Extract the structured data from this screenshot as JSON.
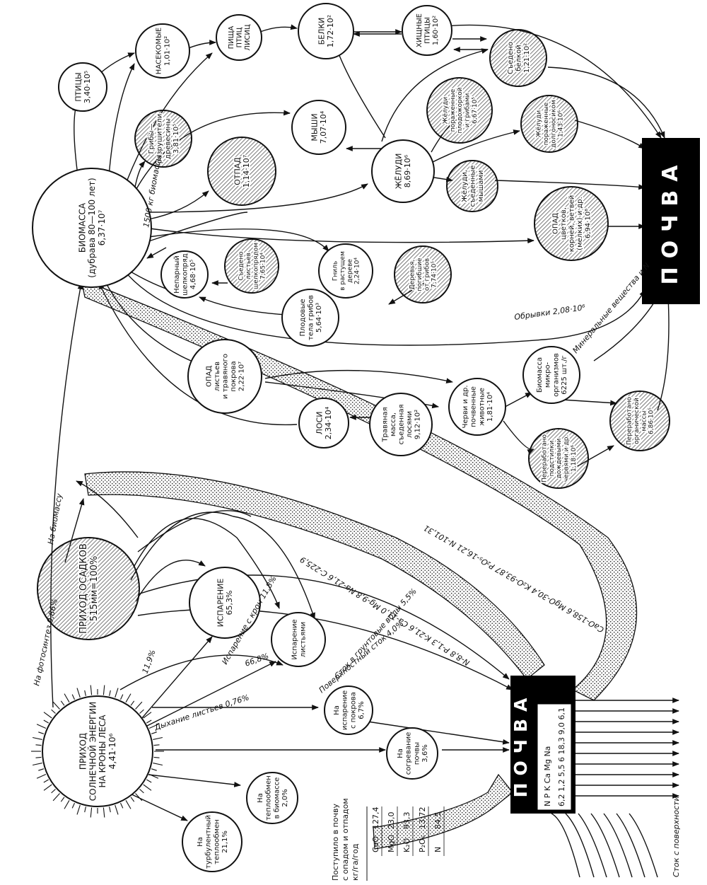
{
  "soil": {
    "label": "ПОЧВА"
  },
  "soil_table": {
    "headers": [
      "N",
      "P",
      "K",
      "Ca",
      "Mg",
      "Na"
    ],
    "values": [
      "6,2",
      "1,2",
      "5,5",
      "6",
      "18,3",
      "9,0",
      "6,1"
    ]
  },
  "nodes": [
    {
      "id": "sun",
      "lines": [
        "ПРИХОД",
        "СОЛНЕЧНОЙ ЭНЕРГИИ",
        "НА КРОНЫ ЛЕСА",
        "4,41·10⁶"
      ]
    },
    {
      "id": "precip",
      "lines": [
        "ПРИХОД ОСАДКОВ",
        "515мм=100%"
      ]
    },
    {
      "id": "evap",
      "lines": [
        "ИСПАРЕНИЕ",
        "65,3%"
      ]
    },
    {
      "id": "leaf-evap",
      "lines": [
        "Испарение",
        "листьями"
      ]
    },
    {
      "id": "cover-evap",
      "lines": [
        "На",
        "испарение",
        "с покрова",
        "6,7%"
      ]
    },
    {
      "id": "soil-heat",
      "lines": [
        "На",
        "согревание",
        "почвы",
        "3,6%"
      ]
    },
    {
      "id": "bio-heat",
      "lines": [
        "На",
        "теплообмен",
        "в биомассе",
        "2,0%"
      ]
    },
    {
      "id": "turb-heat",
      "lines": [
        "На",
        "турбулентный",
        "теплообмен",
        "21,1%"
      ]
    },
    {
      "id": "biomass",
      "lines": [
        "БИОМАССА",
        "(дубрава 80—100 лет)",
        "6,37·10⁷"
      ]
    },
    {
      "id": "birds",
      "lines": [
        "ПТИЦЫ",
        "3,40·10⁵"
      ]
    },
    {
      "id": "insects",
      "lines": [
        "НАСЕКОМЫЕ",
        "1,01·10²"
      ]
    },
    {
      "id": "birds-foxes",
      "lines": [
        "ПИЩА",
        "ПТИЦ",
        "ЛИСИЦ"
      ]
    },
    {
      "id": "proteins",
      "lines": [
        "БЕЛКИ",
        "1,72·10²"
      ]
    },
    {
      "id": "raptors",
      "lines": [
        "ХИЩНЫЕ",
        "ПТИЦЫ",
        "1,60·10²"
      ]
    },
    {
      "id": "squirrel",
      "lines": [
        "Съедено",
        "белкой",
        "1,21·10²"
      ]
    },
    {
      "id": "fungi-wood",
      "lines": [
        "Грибы—",
        "разрушители",
        "древесины",
        "3,81·10⁵"
      ]
    },
    {
      "id": "litter",
      "lines": [
        "ОТПАД",
        "1,14·10⁷"
      ]
    },
    {
      "id": "mice",
      "lines": [
        "МЫШИ",
        "7,07·10⁴"
      ]
    },
    {
      "id": "acorns",
      "lines": [
        "ЖЁЛУДИ",
        "8,69·10⁶"
      ]
    },
    {
      "id": "acorns-weevil",
      "lines": [
        "Жёлуди",
        "пораженные",
        "плодожоркой",
        "и грибами",
        "6,67·10⁵"
      ]
    },
    {
      "id": "acorns-longleg",
      "lines": [
        "Жёлуди",
        "пораженные",
        "долгоносиком",
        "1,43·10⁶"
      ]
    },
    {
      "id": "acorns-mice",
      "lines": [
        "Жёлуди,",
        "съеденные",
        "мышами"
      ]
    },
    {
      "id": "fall",
      "lines": [
        "ОПАД",
        "цветков,",
        "корней, ветвей",
        "(мелких) и др.",
        "6,94·10⁶"
      ]
    },
    {
      "id": "gypsy",
      "lines": [
        "Непарный",
        "шелкопряд",
        "4,68·10⁵"
      ]
    },
    {
      "id": "eaten-silk",
      "lines": [
        "Съедено",
        "листьев",
        "шелкопрядом",
        "7,65·10⁴"
      ]
    },
    {
      "id": "rot",
      "lines": [
        "Гниль",
        "в растущем",
        "дереве",
        "2,24·10⁴"
      ]
    },
    {
      "id": "dead-trees",
      "lines": [
        "Деревья,",
        "погибшие",
        "от грибов",
        "7,74·10⁵"
      ]
    },
    {
      "id": "fungi-bodies",
      "lines": [
        "Плодовые",
        "тела грибов",
        "5,64·10³"
      ]
    },
    {
      "id": "leaf-litter",
      "lines": [
        "ОПАД",
        "листьев",
        "и травяного",
        "покрова",
        "2,22·10⁷"
      ]
    },
    {
      "id": "microbes",
      "lines": [
        "Биомасса",
        "микро-",
        "организмов",
        "6225 шт./г"
      ]
    },
    {
      "id": "worms",
      "lines": [
        "Черви и др.",
        "почвенные",
        "животные",
        "1,81·10⁴"
      ]
    },
    {
      "id": "moose",
      "lines": [
        "ЛОСИ",
        "2,34·10⁴"
      ]
    },
    {
      "id": "grass-moose",
      "lines": [
        "Травяная",
        "масса,",
        "съеденная",
        "лосями",
        "9,12·10²"
      ]
    },
    {
      "id": "processed-worms",
      "lines": [
        "Переработано",
        "подстилки",
        "дождевыми",
        "червями и др.",
        "1,18·10⁶"
      ]
    },
    {
      "id": "processed-org",
      "lines": [
        "Переработано",
        "органической",
        "массы",
        "6,86·10⁵"
      ]
    }
  ],
  "flow_labels": [
    {
      "id": "photosynthesis",
      "text": "На фотосинтез 0,86%"
    },
    {
      "id": "to-biomass",
      "text": "На биомассу"
    },
    {
      "id": "pct-11-9",
      "text": "11,9%"
    },
    {
      "id": "leaf-respiration",
      "text": "Дыхание листьев 0,76%"
    },
    {
      "id": "crown-evap",
      "text": "Испарение с крон 11,8%"
    },
    {
      "id": "pct-66-8",
      "text": "66,8%"
    },
    {
      "id": "ground-water",
      "text": "Сток в грунтовые воды 5,5%"
    },
    {
      "id": "surface-runoff",
      "text": "Поверхностный сток 4,0%"
    },
    {
      "id": "nutrients-in",
      "text": "N-8,8 P-1,3 K-21,6 Ca-11,0 Mg-9,8 Na-21,6 C-225,9"
    },
    {
      "id": "nutrients-out",
      "text": "CaO-158,6 MgO-30,4 K₂O-93,87 P₂O₅-16,21 N-101,31"
    },
    {
      "id": "scraps",
      "text": "Обрывки 2,08·10⁶"
    },
    {
      "id": "minerals",
      "text": "Минеральные вещества и N"
    },
    {
      "id": "biomass-1500",
      "text": "1500 кг биомассы"
    },
    {
      "id": "runoff-surface",
      "text": "Сток с поверхности"
    }
  ],
  "income": {
    "title_lines": [
      "Поступило в почву",
      "с опадом и отпадом",
      "кг/га/год"
    ],
    "rows": [
      {
        "name": "CaO",
        "value": "127,4"
      },
      {
        "name": "MgO",
        "value": "23,0"
      },
      {
        "name": "K₂O",
        "value": "93,3"
      },
      {
        "name": "P₂O₅",
        "value": "13,72"
      },
      {
        "name": "N",
        "value": "84,5"
      }
    ]
  }
}
